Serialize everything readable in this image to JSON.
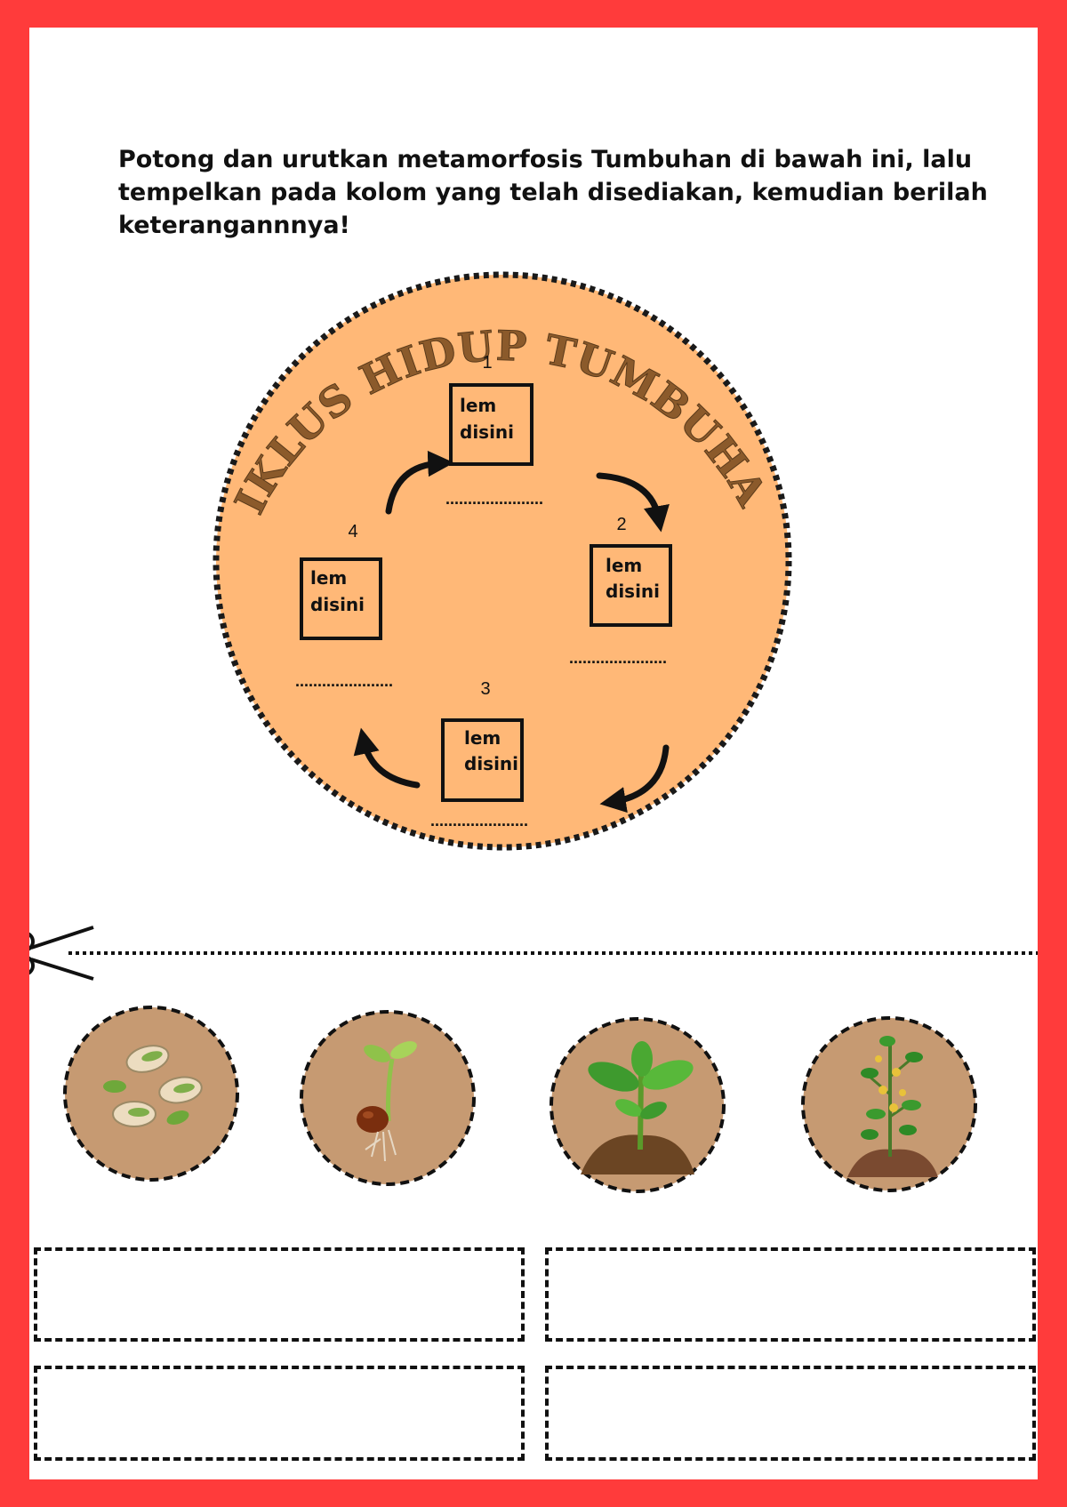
{
  "instruction": "Potong dan urutkan metamorfosis Tumbuhan di bawah ini, lalu tempelkan pada kolom yang telah disediakan, kemudian berilah keterangannnya!",
  "circle": {
    "title": "SIKLUS HIDUP TUMBUHAN",
    "fill_color": "#ffb877",
    "title_color": "#8b5a2b"
  },
  "slots": [
    {
      "number": "1",
      "label_line1": "lem",
      "label_line2": "disini",
      "caption": "......................"
    },
    {
      "number": "2",
      "label_line1": "lem",
      "label_line2": "disini",
      "caption": "......................"
    },
    {
      "number": "3",
      "label_line1": "lem",
      "label_line2": "disini",
      "caption": "......................"
    },
    {
      "number": "4",
      "label_line1": "lem",
      "label_line2": "disini",
      "caption": "......................"
    }
  ],
  "cutouts": [
    {
      "icon": "seeds-icon"
    },
    {
      "icon": "sprout-icon"
    },
    {
      "icon": "seedling-icon"
    },
    {
      "icon": "flowering-plant-icon"
    }
  ],
  "colors": {
    "border": "#ff3b3b",
    "cutout_bg": "#c69a72"
  }
}
